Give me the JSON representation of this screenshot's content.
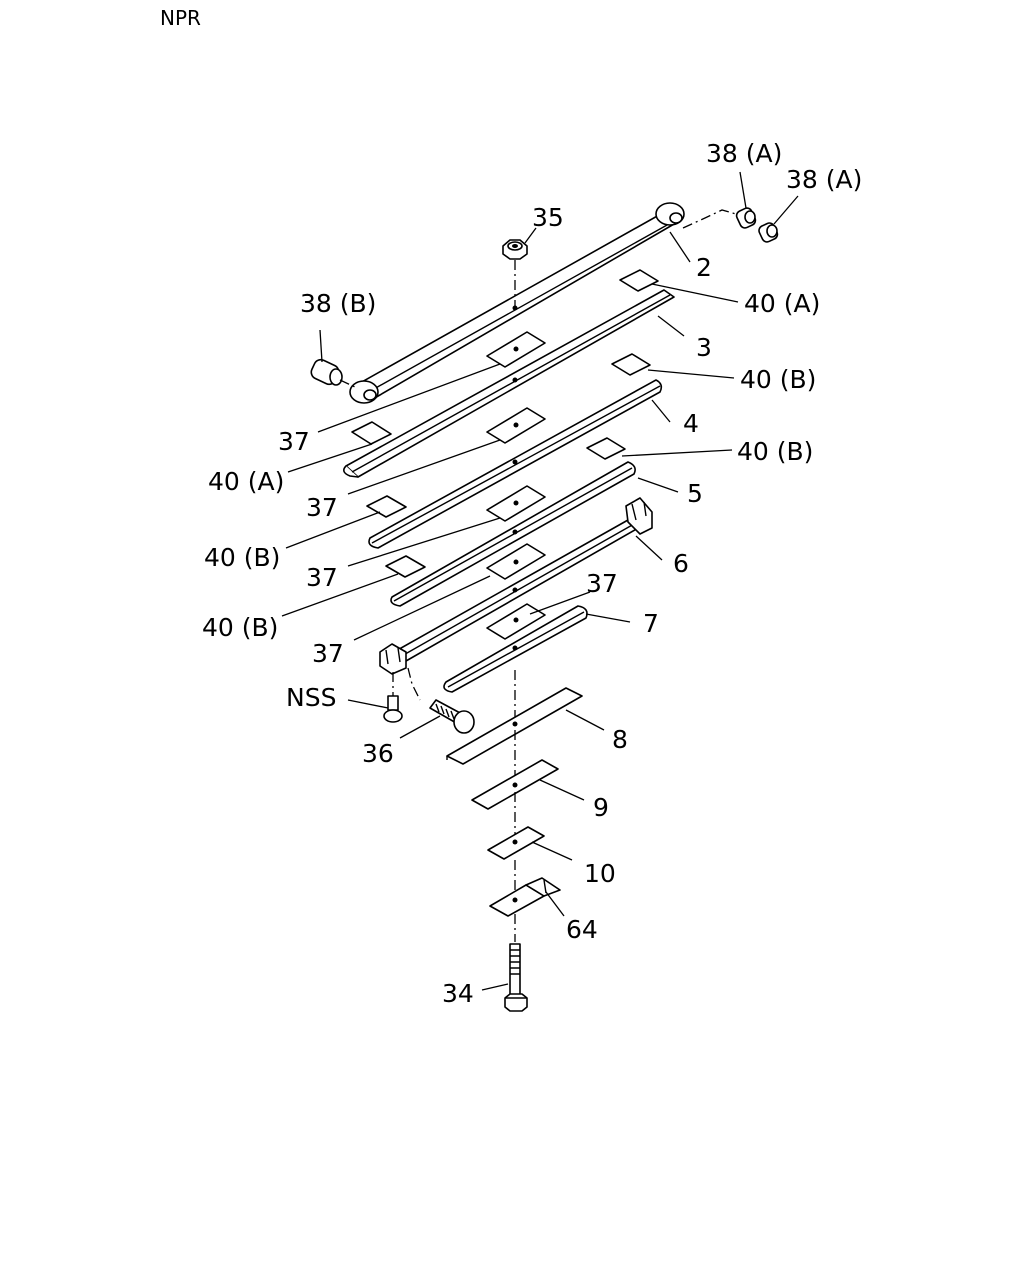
{
  "title": "NPR",
  "labels": {
    "l2": "2",
    "l3": "3",
    "l4": "4",
    "l5": "5",
    "l6": "6",
    "l7": "7",
    "l8": "8",
    "l9": "9",
    "l10": "10",
    "l34": "34",
    "l35": "35",
    "l36": "36",
    "l37a": "37",
    "l37b": "37",
    "l37c": "37",
    "l37d": "37",
    "l37e": "37",
    "l38a1": "38 (A)",
    "l38a2": "38 (A)",
    "l38b": "38 (B)",
    "l40a1": "40 (A)",
    "l40a2": "40 (A)",
    "l40b1": "40 (B)",
    "l40b2": "40 (B)",
    "l40b3": "40 (B)",
    "l40b4": "40 (B)",
    "l64": "64",
    "lnss": "NSS"
  }
}
